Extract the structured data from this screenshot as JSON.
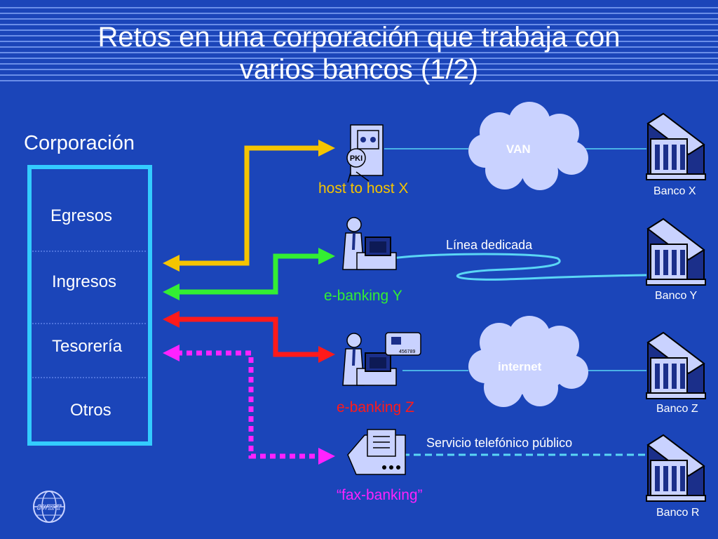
{
  "title": {
    "line1": "Retos en una corporación que trabaja con",
    "line2": "varios bancos (1/2)"
  },
  "corporation": {
    "label": "Corporación",
    "items": [
      "Egresos",
      "Ingresos",
      "Tesorería",
      "Otros"
    ]
  },
  "channels": [
    {
      "label": "host to host X",
      "color": "#f5c400",
      "badge": "PKI"
    },
    {
      "label": "e-banking Y",
      "color": "#33ee33"
    },
    {
      "label": "e-banking Z",
      "color": "#ff1a1a",
      "card_number": "456789"
    },
    {
      "label": "“fax-banking”",
      "color": "#ff22ff"
    }
  ],
  "networks": {
    "van": "VAN",
    "dedicated": "Línea dedicada",
    "internet": "internet",
    "phone": "Servicio telefónico público"
  },
  "banks": [
    "Banco X",
    "Banco Y",
    "Banco Z",
    "Banco R"
  ],
  "logo_text": "SWIFT",
  "colors": {
    "background": "#1b45b9",
    "corp_border": "#33ccff",
    "line_light": "#5ad6f5",
    "cloud": "#c9d2ff",
    "icon_fill": "#c9d2ff"
  }
}
